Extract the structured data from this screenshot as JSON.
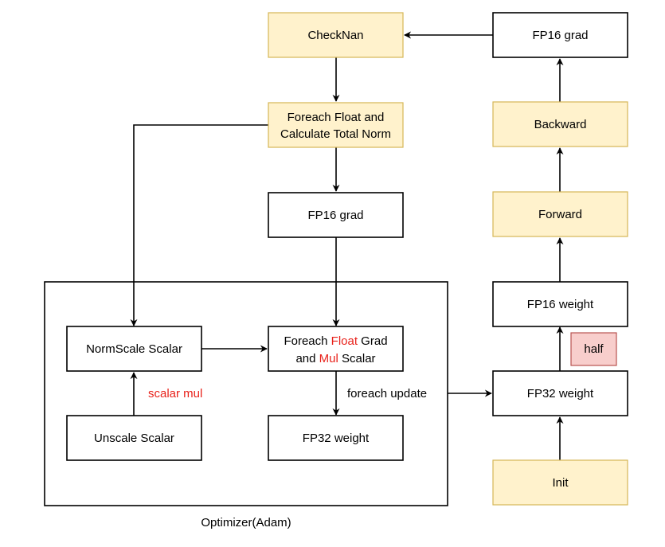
{
  "nodes": {
    "checknan": "CheckNan",
    "fp16_grad_top": "FP16 grad",
    "foreach_float_line1": "Foreach Float and",
    "foreach_float_line2": "Calculate Total Norm",
    "backward": "Backward",
    "fp16_grad_mid": "FP16 grad",
    "forward": "Forward",
    "fp16_weight": "FP16 weight",
    "normscale_scalar": "NormScale Scalar",
    "foreach_grad_line1_a": "Foreach ",
    "foreach_grad_line1_b": "Float",
    "foreach_grad_line1_c": " Grad",
    "foreach_grad_line2_a": "and ",
    "foreach_grad_line2_b": "Mul",
    "foreach_grad_line2_c": " Scalar",
    "half": "half",
    "fp32_weight_right": "FP32 weight",
    "unscale_scalar": "Unscale Scalar",
    "fp32_weight_inner": "FP32 weight",
    "init": "Init"
  },
  "edge_labels": {
    "scalar_mul": "scalar mul",
    "foreach_update": "foreach update"
  },
  "group_label": "Optimizer(Adam)",
  "colors": {
    "yellow_fill": "#fff2cc",
    "yellow_stroke": "#d6b656",
    "red_fill": "#f8cecc",
    "red_stroke": "#b85450",
    "red_text": "#e8211a"
  }
}
